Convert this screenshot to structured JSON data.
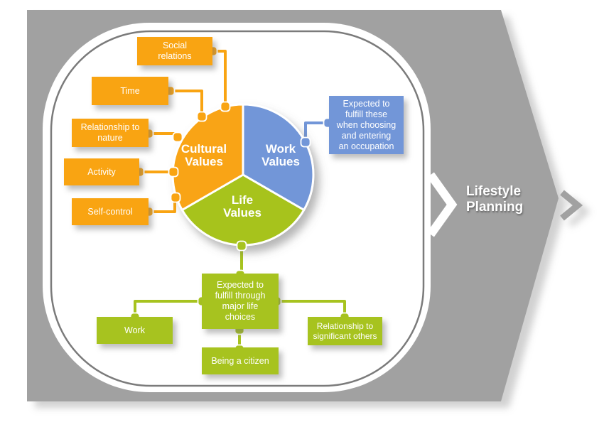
{
  "diagram_title": "Lifestyle Planning values diagram",
  "colors": {
    "background_arrow": "#A1A1A1",
    "arrow_shadow": "#D7D7D7",
    "container_ring": "#7B7B7B",
    "container_fill": "#FFFFFF",
    "orange": "#F9A412",
    "blue": "#7296D8",
    "green": "#A7C31F",
    "label_text": "#FFFFFF"
  },
  "pie": {
    "segments": [
      {
        "id": "cultural",
        "label": "Cultural\nValues",
        "color": "#F9A412"
      },
      {
        "id": "work",
        "label": "Work\nValues",
        "color": "#7296D8"
      },
      {
        "id": "life",
        "label": "Life\nValues",
        "color": "#A7C31F"
      }
    ]
  },
  "cultural_callouts": {
    "social_relations": {
      "label": "Social\nrelations"
    },
    "time": {
      "label": "Time"
    },
    "relationship_to_nature": {
      "label": "Relationship to\nnature"
    },
    "activity": {
      "label": "Activity"
    },
    "self_control": {
      "label": "Self-control"
    }
  },
  "work_callouts": {
    "expectation": {
      "label": "Expected to\nfulfill these\nwhen choosing\nand entering\nan occupation"
    }
  },
  "life_callouts": {
    "expectation": {
      "label": "Expected to\nfulfill through\nmajor life\nchoices"
    },
    "work": {
      "label": "Work"
    },
    "being_a_citizen": {
      "label": "Being a citizen"
    },
    "relationship_to_significant_others": {
      "label": "Relationship to\nsignificant others"
    }
  },
  "output": {
    "label": "Lifestyle\nPlanning"
  }
}
